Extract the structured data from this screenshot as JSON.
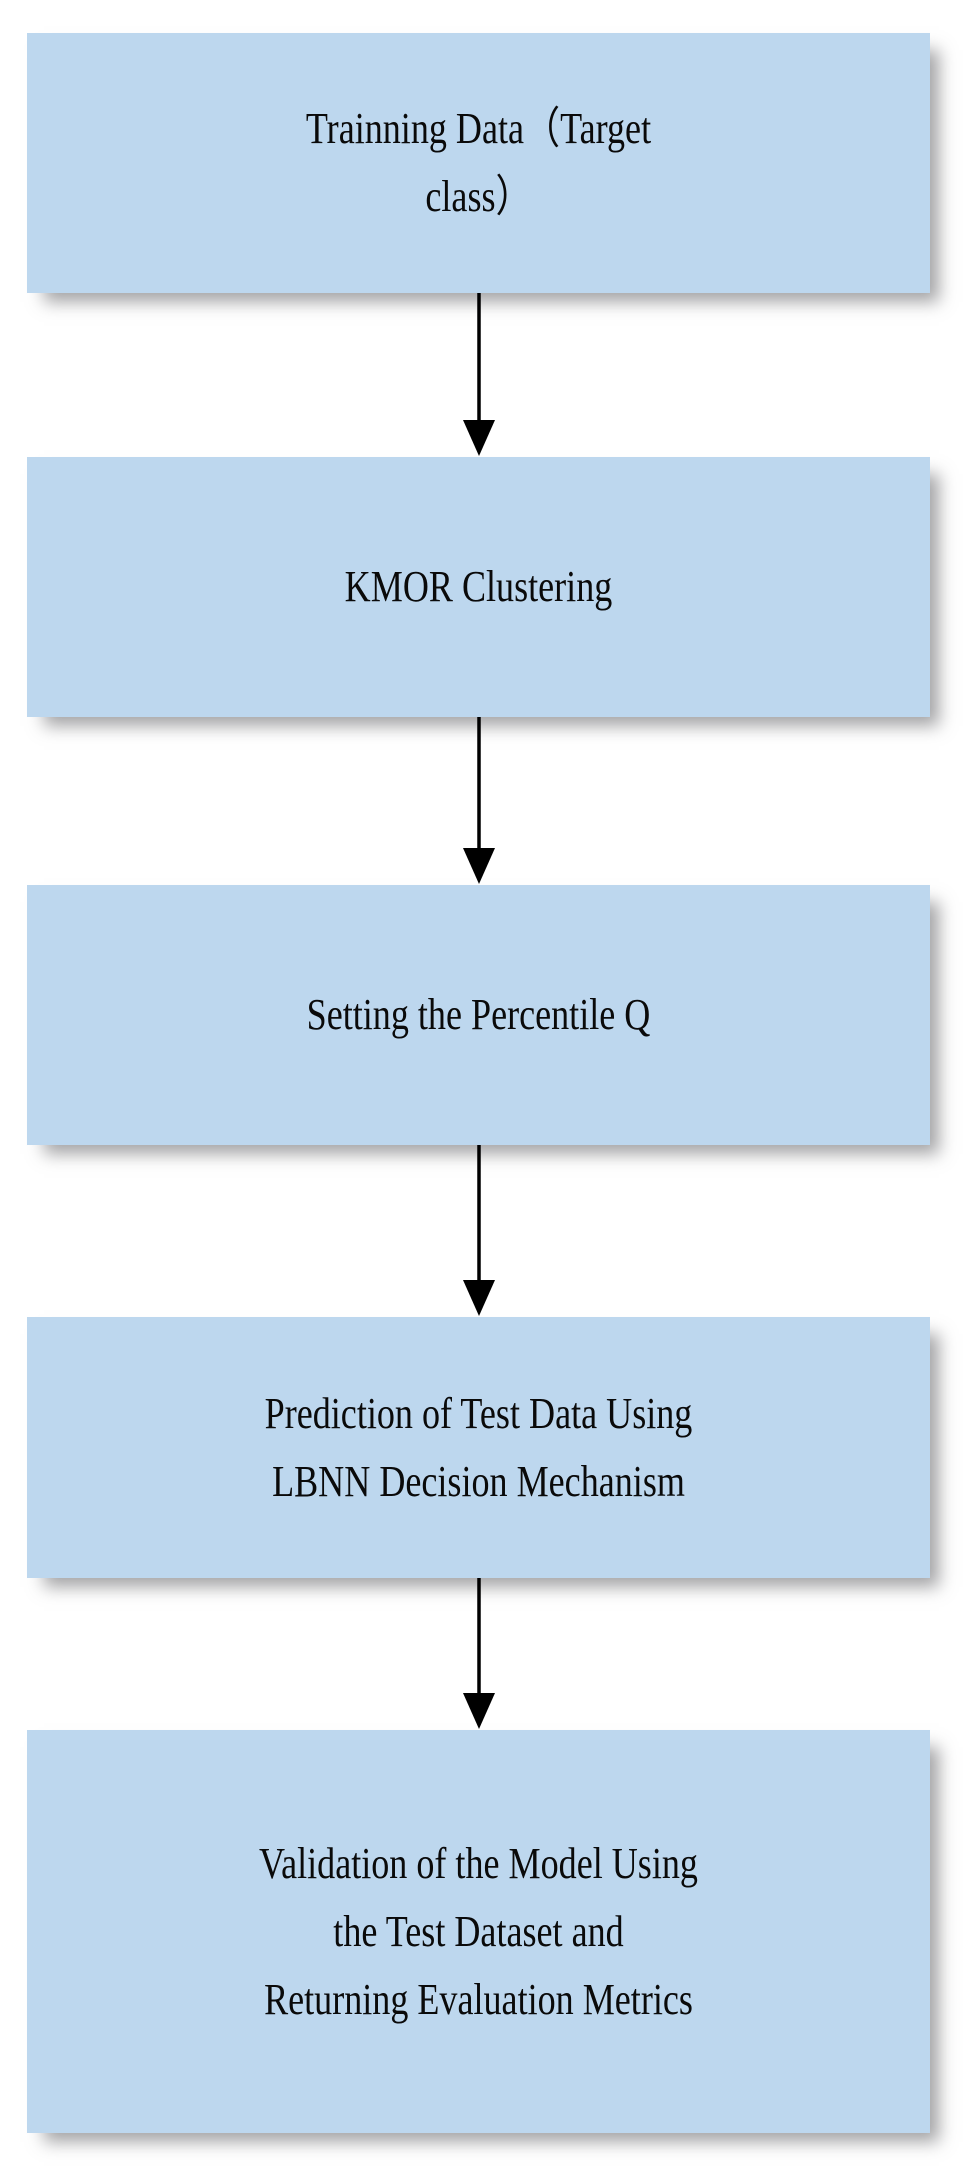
{
  "diagram": {
    "title": "Model training and evaluation pipeline flowchart",
    "type": "flowchart",
    "orientation": "vertical-top-to-bottom",
    "colors": {
      "node_fill": "#BDD7EE",
      "node_text": "#0A0A0A",
      "connector": "#000000",
      "background": "#FFFFFF",
      "shadow": "#5A5A5C"
    },
    "nodes": [
      {
        "id": "node-1",
        "label": "Trainning Data（Target\nclass）",
        "shape": "rectangle"
      },
      {
        "id": "node-2",
        "label": "KMOR Clustering",
        "shape": "rectangle"
      },
      {
        "id": "node-3",
        "label": "Setting the Percentile Q",
        "shape": "rectangle"
      },
      {
        "id": "node-4",
        "label": "Prediction of Test Data Using\nLBNN Decision Mechanism",
        "shape": "rectangle"
      },
      {
        "id": "node-5",
        "label": "Validation of the Model Using\nthe Test Dataset and\nReturning Evaluation Metrics",
        "shape": "rectangle"
      }
    ],
    "connectors": [
      {
        "id": "connector-1",
        "from": "node-1",
        "to": "node-2",
        "style": "solid-arrow-down"
      },
      {
        "id": "connector-2",
        "from": "node-2",
        "to": "node-3",
        "style": "solid-arrow-down"
      },
      {
        "id": "connector-3",
        "from": "node-3",
        "to": "node-4",
        "style": "solid-arrow-down"
      },
      {
        "id": "connector-4",
        "from": "node-4",
        "to": "node-5",
        "style": "solid-arrow-down"
      }
    ]
  }
}
